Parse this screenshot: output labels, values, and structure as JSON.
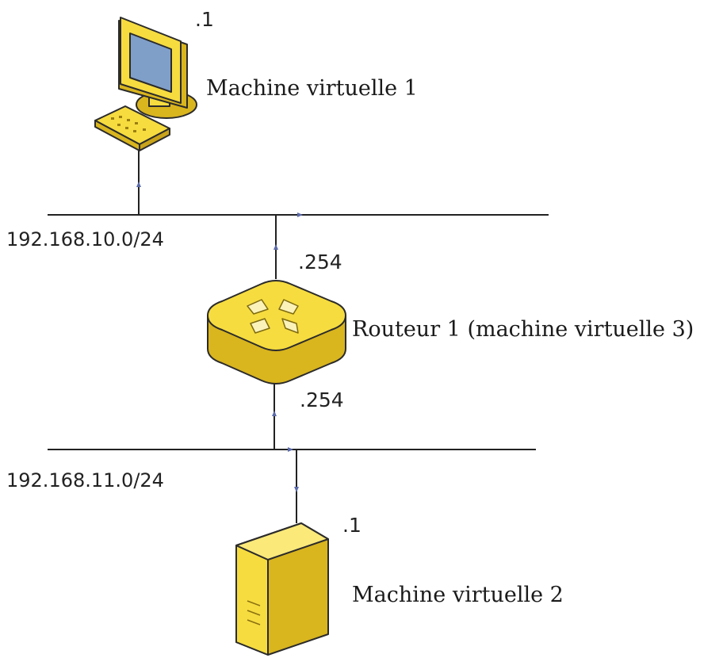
{
  "nodes": {
    "vm1": {
      "label": "Machine virtuelle 1",
      "address": ".1",
      "icon": "desktop-computer-icon"
    },
    "router": {
      "label": "Routeur 1 (machine virtuelle 3)",
      "address_top": ".254",
      "address_bottom": ".254",
      "icon": "router-icon"
    },
    "vm2": {
      "label": "Machine virtuelle 2",
      "address": ".1",
      "icon": "server-tower-icon"
    }
  },
  "networks": {
    "net1": {
      "label": "192.168.10.0/24"
    },
    "net2": {
      "label": "192.168.11.0/24"
    }
  },
  "colors": {
    "device_fill": "#f6dc3f",
    "device_shade": "#d9b51e",
    "device_outline": "#2b2b2b",
    "screen": "#7f9fc9",
    "line": "#222222",
    "arrow": "#5b6aa8"
  }
}
